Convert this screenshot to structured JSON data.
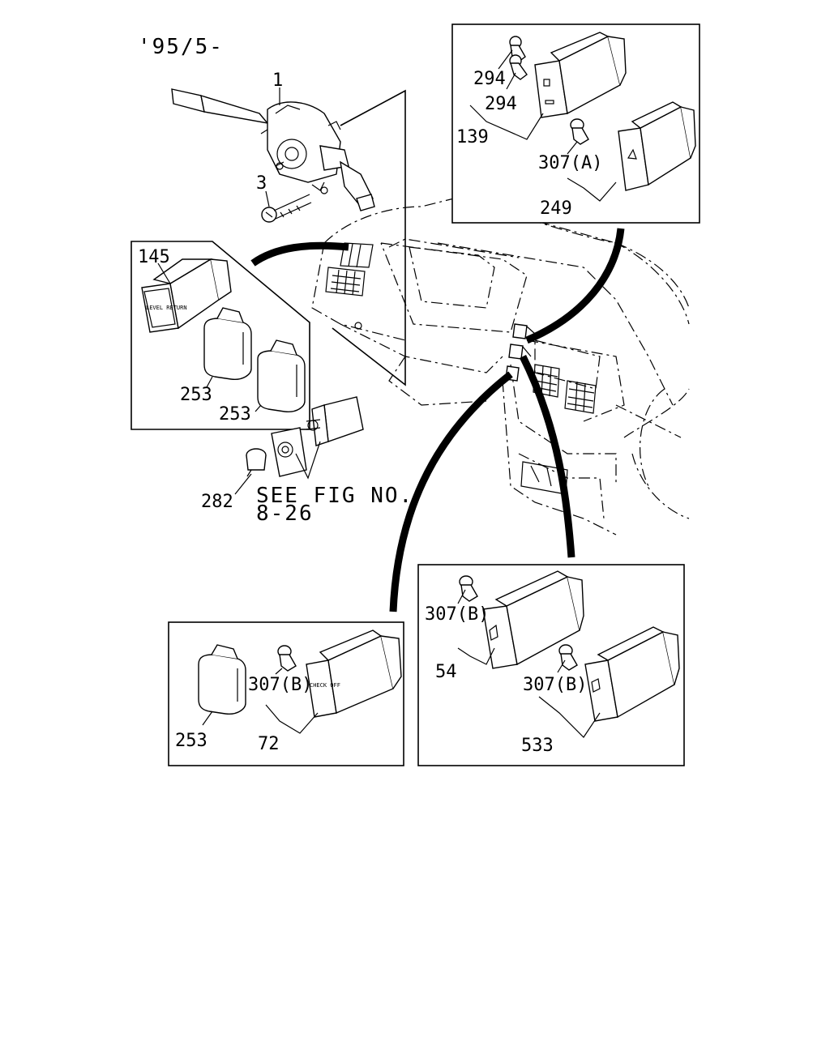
{
  "header_code": "'95/5-",
  "labels": {
    "combo_switch": "1",
    "screw": "3",
    "switch_145": "145",
    "cover_253_a": "253",
    "cover_253_b": "253",
    "bulb_282": "282",
    "see_fig_line1": "SEE FIG NO.",
    "see_fig_line2": "8-26",
    "bulb_294_a": "294",
    "bulb_294_b": "294",
    "switch_139": "139",
    "bulb_307a": "307(A)",
    "switch_249": "249",
    "cover_253_c": "253",
    "bulb_307b_left": "307(B)",
    "switch_72": "72",
    "bulb_307b_top": "307(B)",
    "switch_54": "54",
    "bulb_307b_bottom": "307(B)",
    "switch_533": "533"
  },
  "switch_face_text": {
    "s145": "LEVEL RETURN",
    "s72": "CHECK OFF"
  },
  "colors": {
    "ink": "#000000",
    "paper": "#ffffff"
  }
}
